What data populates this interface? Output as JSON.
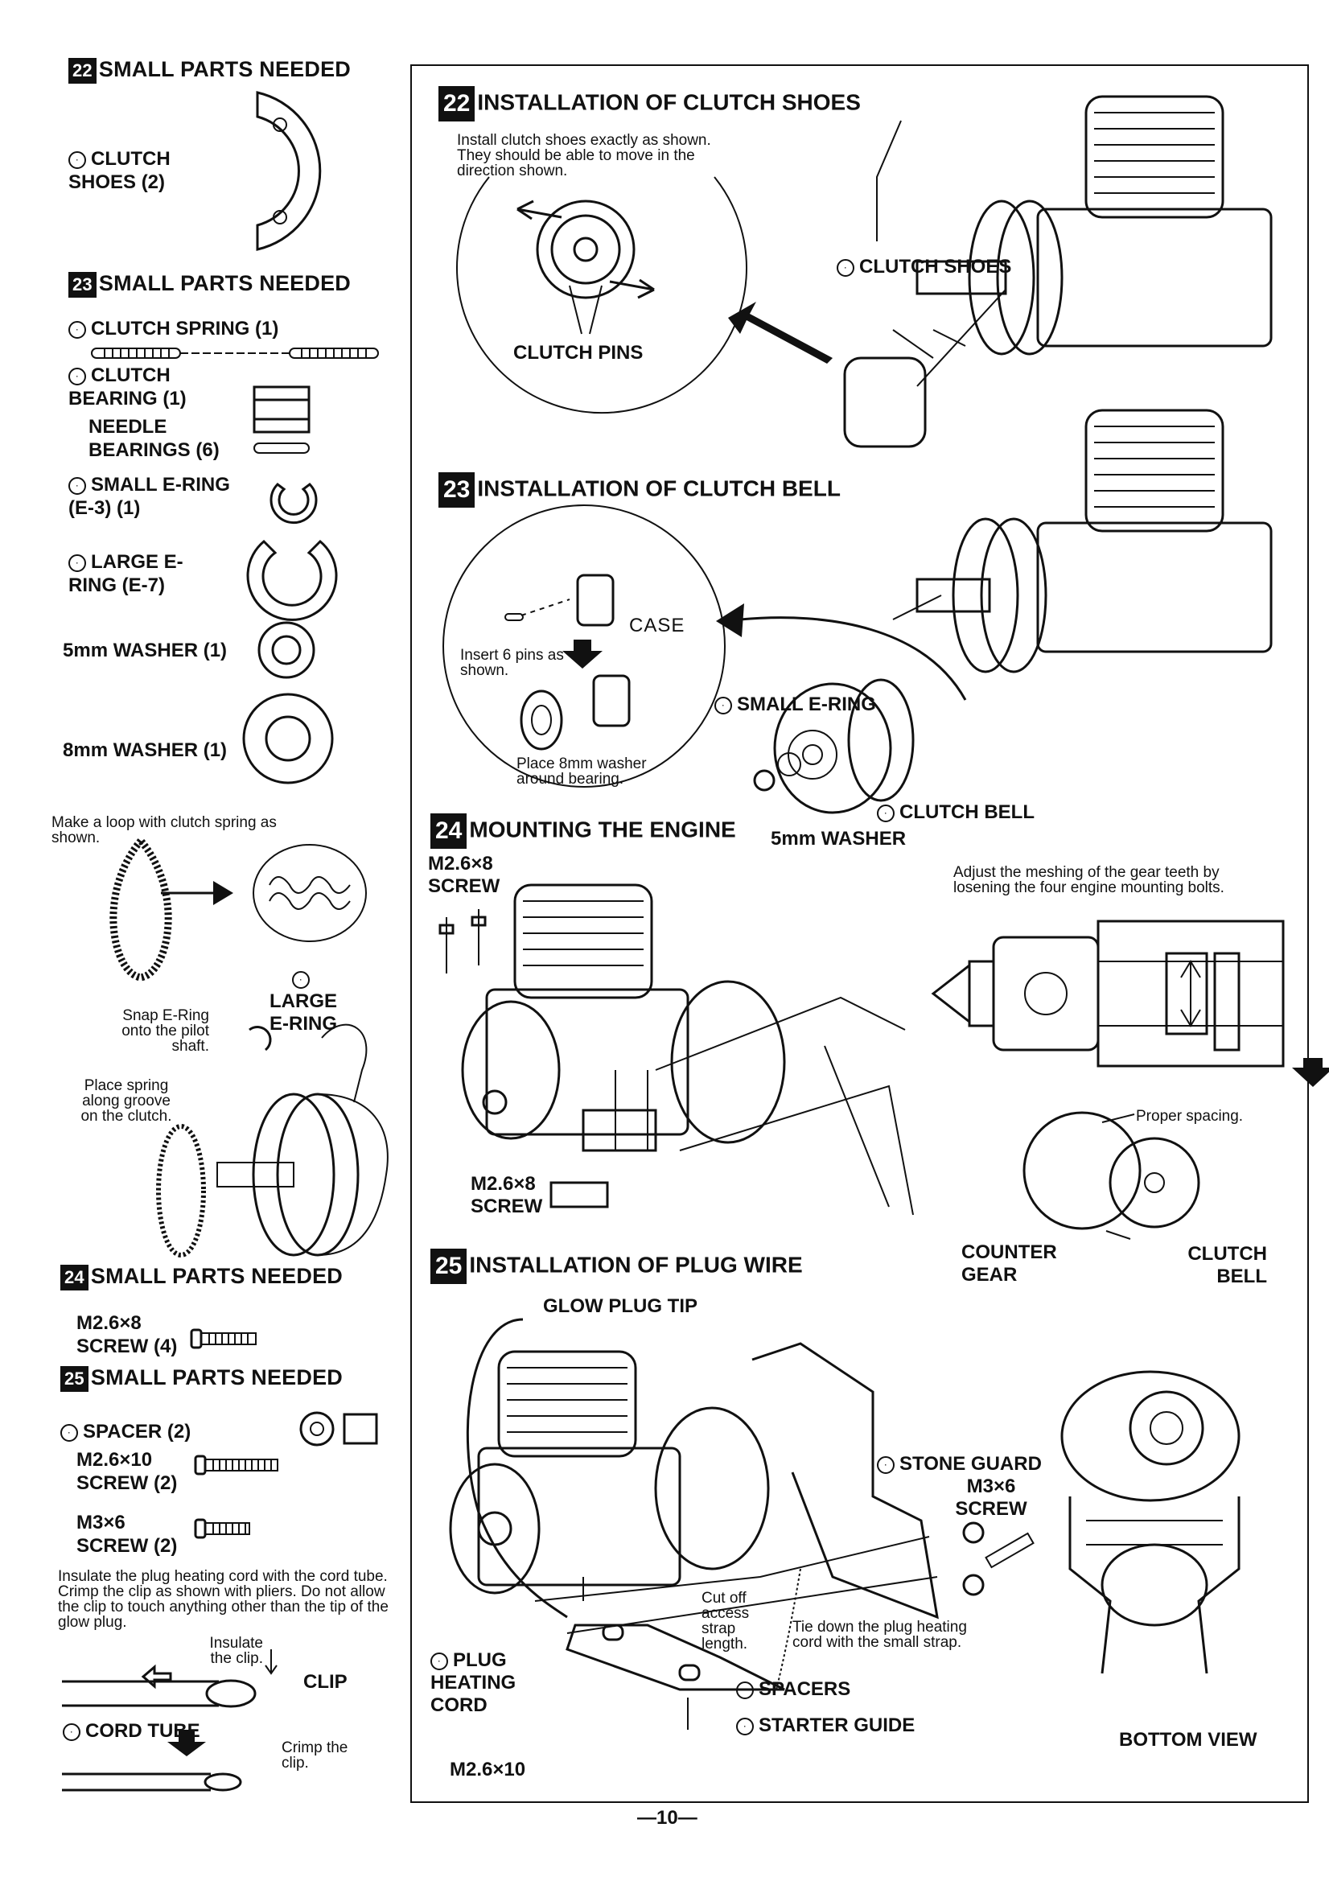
{
  "left": {
    "s22": {
      "num": "22",
      "title": "SMALL PARTS NEEDED",
      "item": "CLUTCH SHOES (2)"
    },
    "s23": {
      "num": "23",
      "title": "SMALL PARTS NEEDED",
      "spring": "CLUTCH SPRING (1)",
      "bearing": "CLUTCH BEARING (1)",
      "needle": "NEEDLE BEARINGS (6)",
      "small_ering": "SMALL E-RING (E-3) (1)",
      "large_ering": "LARGE E-RING (E-7)",
      "washer5": "5mm WASHER (1)",
      "washer8": "8mm WASHER (1)"
    },
    "loop_note": "Make a loop with clutch spring as shown.",
    "large_ering_lbl": "LARGE E-RING",
    "snap_note": "Snap E-Ring onto the pilot shaft.",
    "place_note": "Place spring along groove on the clutch.",
    "s24": {
      "num": "24",
      "title": "SMALL PARTS NEEDED",
      "screw": "M2.6×8 SCREW (4)"
    },
    "s25": {
      "num": "25",
      "title": "SMALL PARTS NEEDED",
      "spacer": "SPACER (2)",
      "screw10": "M2.6×10 SCREW (2)",
      "screw36": "M3×6 SCREW (2)"
    },
    "insulate_note": "Insulate the plug heating cord with the cord tube. Crimp the clip as shown with pliers. Do not allow the clip to touch anything other than the tip of the glow plug.",
    "insulate_clip": "Insulate the clip.",
    "clip": "CLIP",
    "cord_tube": "CORD TUBE",
    "crimp": "Crimp the clip."
  },
  "right": {
    "s22": {
      "num": "22",
      "title": "INSTALLATION OF CLUTCH SHOES",
      "note": "Install clutch shoes exactly as shown. They should be able to move in the direction shown.",
      "pins": "CLUTCH PINS",
      "shoes": "CLUTCH SHOES"
    },
    "s23": {
      "num": "23",
      "title": "INSTALLATION OF CLUTCH BELL",
      "case": "CASE",
      "insert": "Insert 6 pins as shown.",
      "place": "Place 8mm washer around bearing.",
      "small_ering": "SMALL E-RING",
      "bell": "CLUTCH BELL",
      "washer": "5mm WASHER"
    },
    "s24": {
      "num": "24",
      "title": "MOUNTING THE ENGINE",
      "screw_top": "M2.6×8 SCREW",
      "screw_bot": "M2.6×8 SCREW",
      "adjust": "Adjust the meshing of the gear teeth by losening the four engine mounting bolts.",
      "spacing": "Proper spacing.",
      "counter": "COUNTER GEAR",
      "bell": "CLUTCH BELL"
    },
    "s25": {
      "num": "25",
      "title": "INSTALLATION OF PLUG WIRE",
      "glow": "GLOW PLUG TIP",
      "stone": "STONE GUARD",
      "m36": "M3×6 SCREW",
      "cutoff": "Cut off access strap length.",
      "tie": "Tie down the plug heating cord with the small strap.",
      "plug": "PLUG HEATING CORD",
      "spacers": "SPACERS",
      "starter": "STARTER GUIDE",
      "m10": "M2.6×10",
      "bottom": "BOTTOM VIEW"
    }
  },
  "page_number": "—10—"
}
